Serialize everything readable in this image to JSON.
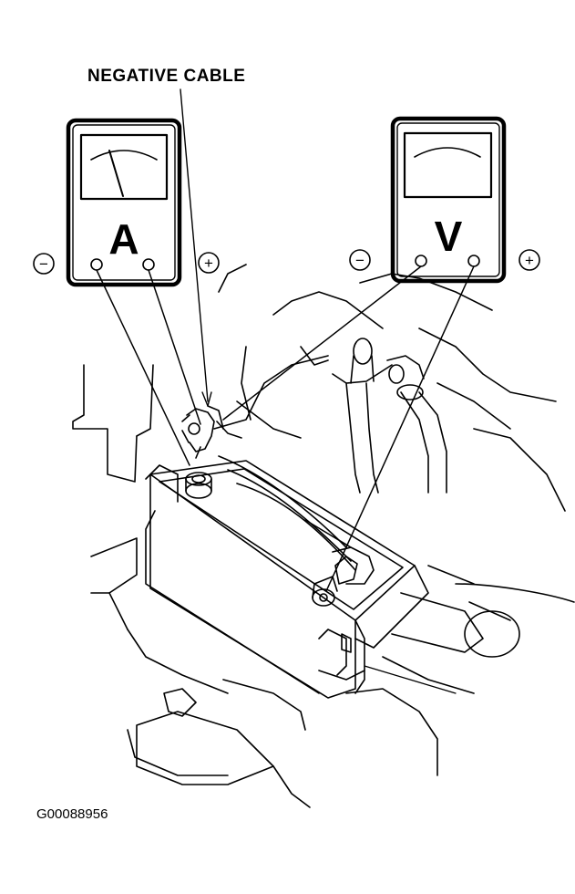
{
  "labels": {
    "negative_cable": "NEGATIVE CABLE",
    "figure_id": "G00088956"
  },
  "ammeter": {
    "letter": "A",
    "neg_symbol": "−",
    "pos_symbol": "+",
    "needle": "deflected"
  },
  "voltmeter": {
    "letter": "V",
    "neg_symbol": "−",
    "pos_symbol": "+",
    "needle": "none"
  },
  "colors": {
    "ink": "#000000",
    "paper": "#ffffff"
  }
}
